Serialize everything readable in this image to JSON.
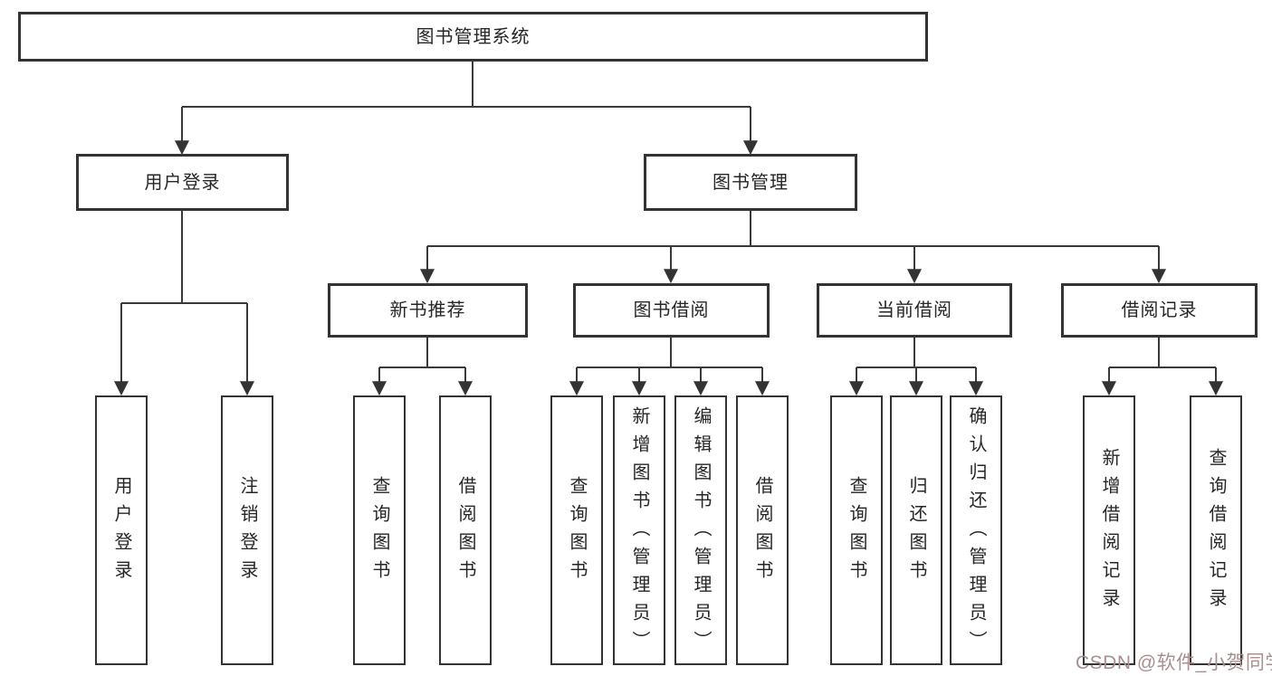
{
  "diagram_type": "hierarchy-tree",
  "tree": {
    "label": "图书管理系统",
    "children": [
      {
        "label": "用户登录",
        "children": [
          {
            "label": "用户登录"
          },
          {
            "label": "注销登录"
          }
        ]
      },
      {
        "label": "图书管理",
        "children": [
          {
            "label": "新书推荐",
            "children": [
              {
                "label": "查询图书"
              },
              {
                "label": "借阅图书"
              }
            ]
          },
          {
            "label": "图书借阅",
            "children": [
              {
                "label": "查询图书"
              },
              {
                "label": "新增图书（管理员）"
              },
              {
                "label": "编辑图书（管理员）"
              },
              {
                "label": "借阅图书"
              }
            ]
          },
          {
            "label": "当前借阅",
            "children": [
              {
                "label": "查询图书"
              },
              {
                "label": "归还图书"
              },
              {
                "label": "确认归还（管理员）"
              }
            ]
          },
          {
            "label": "借阅记录",
            "children": [
              {
                "label": "新增借阅记录"
              },
              {
                "label": "查询借阅记录"
              }
            ]
          }
        ]
      }
    ]
  },
  "watermark": {
    "text": "CSDN @软件_小贺同学"
  },
  "colors": {
    "background": "#ffffff",
    "box_border": "#333333",
    "connector_line": "#3a3a3a",
    "arrowhead": "#333333",
    "text": "#262626",
    "watermark_text": "#a89090"
  }
}
